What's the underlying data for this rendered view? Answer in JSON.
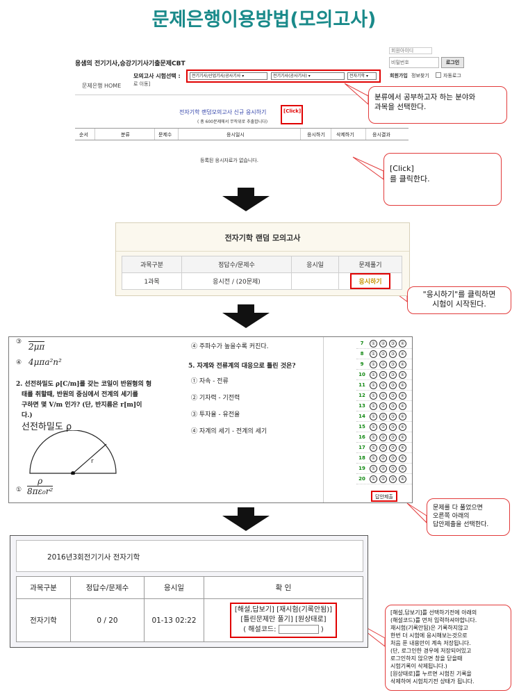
{
  "title": "문제은행이용방법(모의고사)",
  "panel1": {
    "site_title": "용샘의 전기기사,승강기기사기출문제CBT",
    "login_top": "회원아이디",
    "password_placeholder": "비밀번호",
    "login_button": "로그인",
    "join": "회원가입",
    "find_info": "정보찾기",
    "auto_login": "자동로그",
    "select_label": "모의고사 시험선택 :",
    "select1": "전기기사/산업기사/공사기사 ▾",
    "select2": "전기기사(공사기사) ▾",
    "select3": "전자기학 ▾",
    "home": "문제은행 HOME",
    "link_note": "로 이동]",
    "start_text": "전자기학 랜덤모의고사 신규 응시하기",
    "click_label": "[Click]",
    "sub_note": "( 총 600문제에서 무작위로 추출합니다)",
    "headers": [
      "순서",
      "분류",
      "문제수",
      "응시일시",
      "응시하기",
      "삭제하기",
      "응시결과"
    ],
    "empty": "등록된 응시자료가 없습니다."
  },
  "callouts": {
    "c1": [
      "분류에서 공부하고자 하는 분야와",
      "과목을 선택한다."
    ],
    "c2": [
      "[Click]",
      "를 클릭한다."
    ],
    "c3": [
      "\"응시하기\"를 클릭하면",
      "시험이 시작된다."
    ],
    "c4": [
      "문제를 다 풀었으면",
      "오른쪽 아래의",
      "답안제출을 선택한다."
    ],
    "c5": [
      "[해설,답보기]를 선택하기전에 아래의",
      "(해설코드)를 먼저 입력하셔야합니다.",
      "재시험(기록안됨)은 기록하지않고",
      "한번 더 시험에 응시해보는것으로",
      "처음 푼 내용만이 계속 저장됩니다.",
      "(단, 로그인한 경우에 저장되어있고",
      "로그인하지 않으면 창을 닫을때",
      "시험기록이 삭제됩니다.)",
      "[원상태로]를 누르면 시험친 기록을",
      "삭제하여 시험치기전 상태가 됩니다."
    ]
  },
  "panel2": {
    "title": "전자기학 랜덤 모의고사",
    "headers": [
      "과목구분",
      "정답수/문제수",
      "응시일",
      "문제풀기"
    ],
    "row": [
      "1과목",
      "응시전 / (20문제)",
      "",
      "응시하기"
    ]
  },
  "panel3": {
    "opt3_label": "③",
    "opt3_den": "2μπ",
    "opt4_label": "④",
    "opt4_expr": "4μπa²n²",
    "q2_lines": [
      "2. 선전하밀도 ρ[C/m]를 갖는 코일이 반원형의 형",
      "태를 취할때, 반원의 중심에서 전계의 세기를",
      "구하면 몇 V/m 인가? (단, 반지름은 r[m]이",
      "다.)"
    ],
    "figure_label": "선전하밀도 ρ",
    "radius_label": "r",
    "opt1_label": "①",
    "opt1_num": "ρ",
    "opt1_den": "8πε₀r²",
    "prev_opt4": "④ 주파수가 높을수록 커진다.",
    "q5_title": "5. 자계와 전류계의 대응으로 틀린 것은?",
    "q5_options": [
      "① 자속 - 전류",
      "② 기자력 - 기전력",
      "③ 투자율 - 유전율",
      "④ 자계의 세기 - 전계의 세기"
    ],
    "answer_numbers": [
      "7",
      "8",
      "9",
      "10",
      "11",
      "12",
      "13",
      "14",
      "15",
      "16",
      "17",
      "18",
      "19",
      "20"
    ],
    "choices": [
      "①",
      "②",
      "③",
      "④"
    ],
    "submit": "답안제출"
  },
  "panel4": {
    "title": "2016년3회전기기사 전자기학",
    "headers": [
      "과목구분",
      "정답수/문제수",
      "응시일",
      "확 인"
    ],
    "subject": "전자기학",
    "score": "0 / 20",
    "date": "01-13 02:22",
    "confirm_line1": "[해설,답보기] [재시험(기록안됨)]",
    "confirm_line2": "[틀린문제만 풀기] [원상태로]",
    "code_label": "( 해설코드:",
    "code_close": ")"
  },
  "colors": {
    "title": "#1a8a8a",
    "highlight": "#e00000",
    "answer_number": "#118811"
  }
}
